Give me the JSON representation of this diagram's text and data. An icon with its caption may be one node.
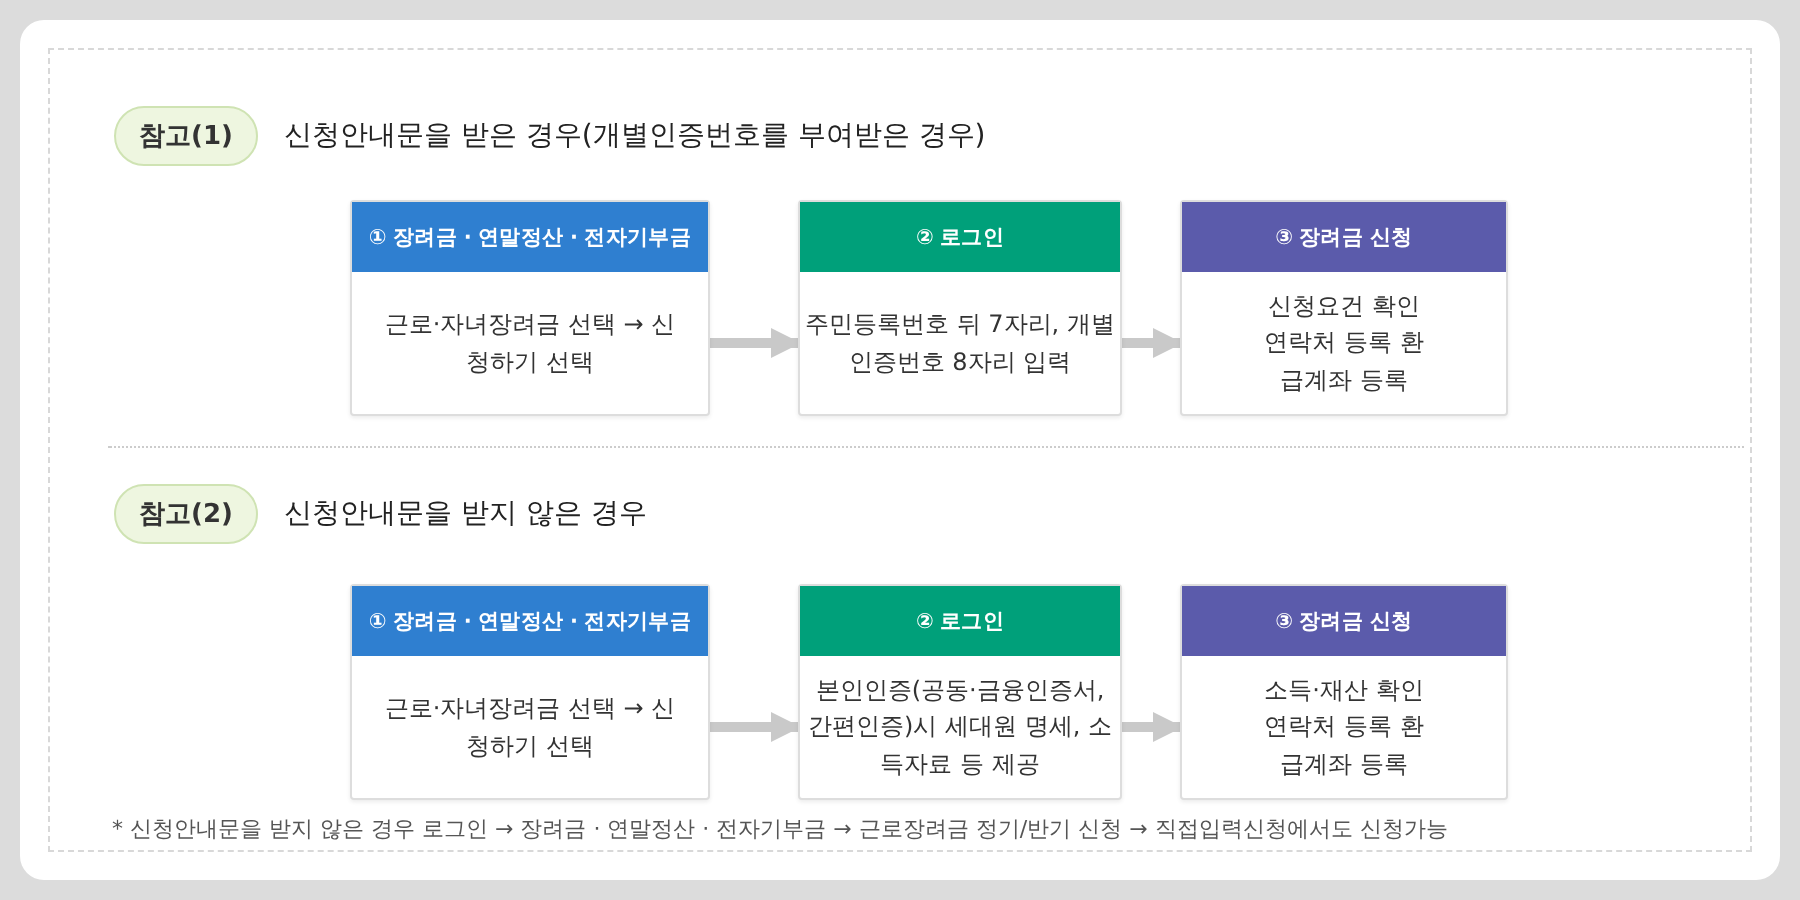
{
  "diagram": {
    "nodes": [
      {
        "text": [
          "참고(1)"
        ],
        "beside": [
          "신청안내문을 받은 경우(개별인증번호를 부여받은 경우)"
        ]
      },
      {
        "text": [
          "① 장려금 · 연말정산 · 전자기부금",
          "근로·자녀장려금 선택 → 신청하기 선택"
        ]
      },
      {
        "text": [
          "② 로그인",
          "주민등록번호 뒤 7자리, 개별인증번호 8자리 입력"
        ]
      },
      {
        "text": [
          "③ 장려금 신청",
          "신청요건 확인 연락처 등록 환급계좌 등록"
        ]
      },
      {
        "text": [
          "참고(2)"
        ],
        "beside": [
          "신청안내문을 받지 않은 경우"
        ]
      },
      {
        "text": [
          "① 장려금 · 연말정산 · 전자기부금",
          "근로·자녀장려금 선택 → 신청하기 선택"
        ]
      },
      {
        "text": [
          "② 로그인",
          "본인인증(공동·금융인증서, 간편인증)시 세대원 명세, 소득자료 등 제공"
        ]
      },
      {
        "text": [
          "③ 장려금 신청",
          "소득·재산 확인 연락처 등록 환급계좌 등록"
        ]
      }
    ],
    "edges": [
      {
        "from": 1,
        "to": 2,
        "arrow": "to"
      },
      {
        "from": 2,
        "to": 3,
        "arrow": "to"
      },
      {
        "from": 5,
        "to": 6,
        "arrow": "to"
      },
      {
        "from": 6,
        "to": 7,
        "arrow": "to"
      }
    ],
    "labels": [
      "* 신청안내문을 받지 않은 경우 로그인 → 장려금 · 연말정산 · 전자기부금 → 근로장려금 정기/반기 신청 → 직접입력신청에서도 신청가능"
    ]
  }
}
